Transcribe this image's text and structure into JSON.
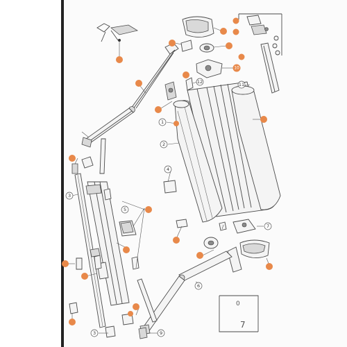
{
  "callouts": [
    {
      "id": "c-tl-1",
      "text": "",
      "style": "orange"
    },
    {
      "id": "c-tl-2",
      "text": "",
      "style": "orange"
    },
    {
      "id": "c-tl-3",
      "text": "",
      "style": "orange"
    },
    {
      "id": "c-tl-4",
      "text": "",
      "style": "orange"
    },
    {
      "id": "c-tl-5",
      "text": "",
      "style": "orange"
    },
    {
      "id": "c-tl-6",
      "text": "",
      "style": "orange"
    },
    {
      "id": "c-tl-7",
      "text": "10",
      "style": "orange"
    },
    {
      "id": "c-tl-8",
      "text": "",
      "style": "orange"
    },
    {
      "id": "c-tr-1",
      "text": "",
      "style": "orange"
    },
    {
      "id": "c-tr-2",
      "text": "",
      "style": "orange"
    },
    {
      "id": "c-tr-3",
      "text": "",
      "style": "orange"
    },
    {
      "id": "c-top-11",
      "text": "11",
      "style": "white"
    },
    {
      "id": "c-top-12",
      "text": "12",
      "style": "white"
    },
    {
      "id": "c-main-1",
      "text": "1",
      "style": "white"
    },
    {
      "id": "c-main-2",
      "text": "2",
      "style": "white"
    },
    {
      "id": "c-main-4",
      "text": "4",
      "style": "white"
    },
    {
      "id": "c-main-8",
      "text": "",
      "style": "orange"
    },
    {
      "id": "c-main-6",
      "text": "6",
      "style": "white"
    },
    {
      "id": "c-main-7",
      "text": "7",
      "style": "white"
    },
    {
      "id": "c-main-o1",
      "text": "",
      "style": "orange"
    },
    {
      "id": "c-main-o2",
      "text": "",
      "style": "orange"
    },
    {
      "id": "c-main-o3",
      "text": "",
      "style": "orange"
    },
    {
      "id": "c-left-3a",
      "text": "3",
      "style": "white"
    },
    {
      "id": "c-left-5",
      "text": "5",
      "style": "white"
    },
    {
      "id": "c-left-o1",
      "text": "",
      "style": "orange"
    },
    {
      "id": "c-left-o2",
      "text": "",
      "style": "orange"
    },
    {
      "id": "c-left-o3",
      "text": "",
      "style": "orange"
    },
    {
      "id": "c-left-o4",
      "text": "",
      "style": "orange"
    },
    {
      "id": "c-left-o5",
      "text": "",
      "style": "orange"
    },
    {
      "id": "c-left-o6",
      "text": "",
      "style": "orange"
    },
    {
      "id": "c-left-o7",
      "text": "",
      "style": "orange"
    },
    {
      "id": "c-bot-3",
      "text": "3",
      "style": "white"
    },
    {
      "id": "c-bot-9",
      "text": "9",
      "style": "white"
    },
    {
      "id": "c-bot-o1",
      "text": "",
      "style": "orange"
    },
    {
      "id": "c-bot-o2",
      "text": "",
      "style": "orange"
    }
  ],
  "inset_handwriting": [
    "0",
    "7"
  ]
}
